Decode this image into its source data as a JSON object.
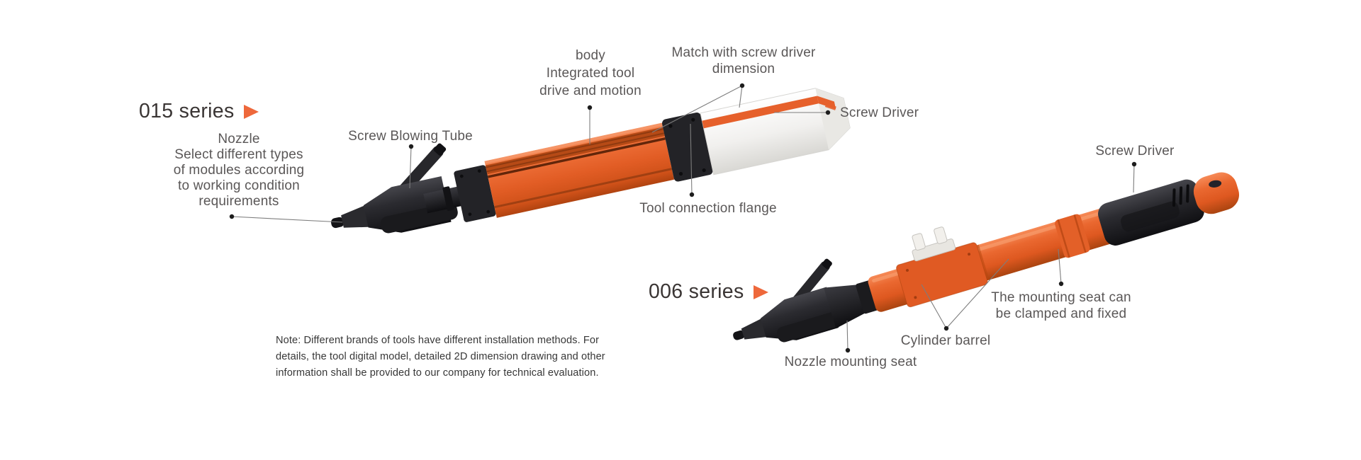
{
  "colors": {
    "background": "#ffffff",
    "accent_orange": "#ee683b",
    "tool_body_orange": "#e7602a",
    "callout_text_gray": "#5a5757",
    "series_title_dark": "#3a3534",
    "note_text_dark": "#373737",
    "leader_line_gray": "#7d7d7d",
    "leader_dot_black": "#1d1d1d",
    "screwdriver_box_white": "#f1f0ee"
  },
  "series_015": {
    "title": "015 series",
    "marker_icon": "right-triangle-icon",
    "callouts": {
      "nozzle": [
        "Nozzle",
        "Select different types",
        "of modules according",
        "to working condition",
        "requirements"
      ],
      "screw_blowing_tube": [
        "Screw Blowing Tube"
      ],
      "body": [
        "body",
        "Integrated tool",
        "drive and motion"
      ],
      "match_dimension": [
        "Match with screw driver",
        "dimension"
      ],
      "screw_driver": [
        "Screw Driver"
      ],
      "tool_connection_flange": [
        "Tool connection flange"
      ]
    }
  },
  "series_006": {
    "title": "006 series",
    "marker_icon": "right-triangle-icon",
    "callouts": {
      "screw_driver": [
        "Screw Driver"
      ],
      "mounting_seat": [
        "The mounting seat can",
        "be clamped and fixed"
      ],
      "cylinder_barrel": [
        "Cylinder barrel"
      ],
      "nozzle_mounting_seat": [
        "Nozzle mounting seat"
      ]
    }
  },
  "note": {
    "lines": [
      "Note: Different brands of tools have different installation methods. For",
      "details, the tool digital model, detailed 2D dimension drawing and other",
      "information shall be provided to our company for technical evaluation."
    ]
  }
}
